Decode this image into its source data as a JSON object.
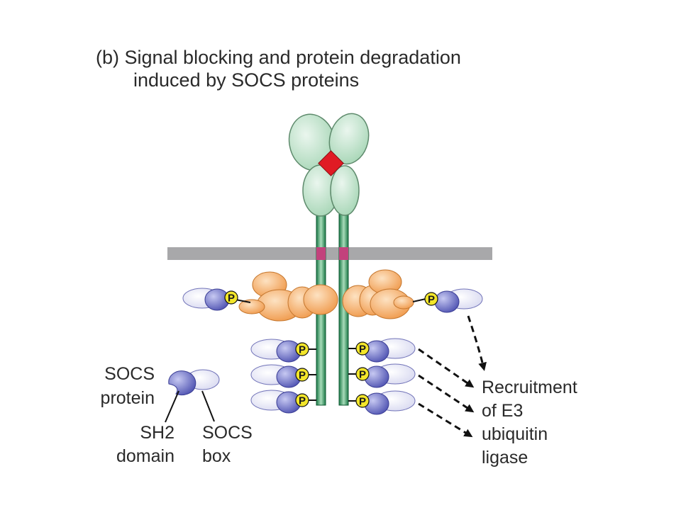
{
  "title": {
    "line1": "(b)  Signal blocking and protein degradation",
    "line2": "induced by SOCS proteins"
  },
  "labels": {
    "socs_protein_1": "SOCS",
    "socs_protein_2": "protein",
    "sh2_1": "SH2",
    "sh2_2": "domain",
    "socs_box_1": "SOCS",
    "socs_box_2": "box",
    "recruit_1": "Recruitment",
    "recruit_2": "of E3",
    "recruit_3": "ubiquitin",
    "recruit_4": "ligase"
  },
  "phospho_label": "P",
  "colors": {
    "receptor_green": "#c4e6cf",
    "receptor_outline": "#5e8a6c",
    "ligand_red": "#e01b24",
    "membrane_gray": "#a8a8aa",
    "chain_green": "#1f8a52",
    "jak_orange": "#f3a55a",
    "sh2_blue": "#5e62c0",
    "socsbox_lavender": "#e4e5f6",
    "phospho_yellow": "#f3e62a"
  }
}
